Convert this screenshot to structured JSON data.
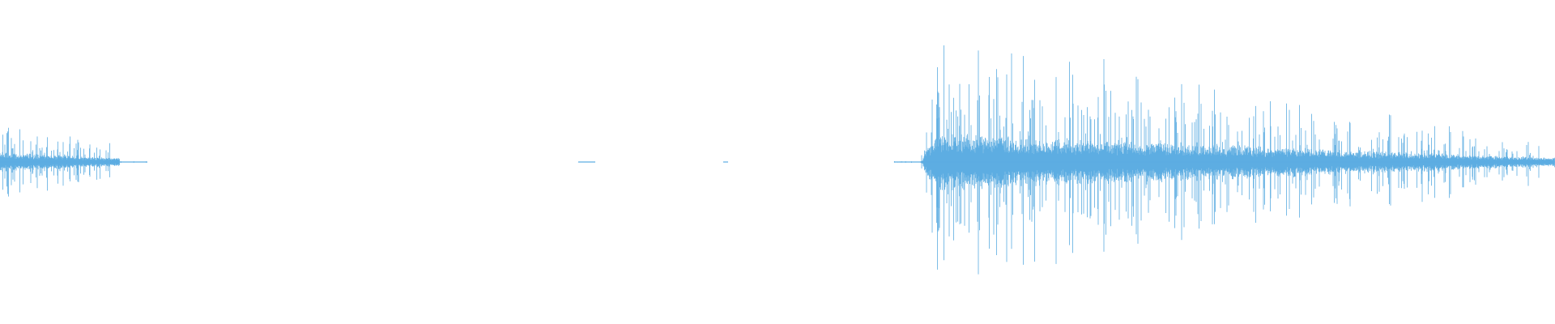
{
  "waveform": {
    "color": "#5DADE2",
    "background": "#FFFFFF",
    "segments": [
      {
        "name": "burst-1",
        "start": 0.0,
        "end": 0.077,
        "peak": 0.3,
        "body": 0.07,
        "attack": 0.0,
        "decay": 0.6
      },
      {
        "name": "tail-1",
        "start": 0.077,
        "end": 0.095,
        "peak": 0.005,
        "body": 0.003,
        "attack": 0.0,
        "decay": 0.0
      },
      {
        "name": "blip-1",
        "start": 0.372,
        "end": 0.383,
        "peak": 0.004,
        "body": 0.002,
        "attack": 0.0,
        "decay": 0.0
      },
      {
        "name": "blip-2",
        "start": 0.465,
        "end": 0.468,
        "peak": 0.004,
        "body": 0.002,
        "attack": 0.0,
        "decay": 0.0
      },
      {
        "name": "lead-in-2",
        "start": 0.575,
        "end": 0.592,
        "peak": 0.006,
        "body": 0.003,
        "attack": 0.0,
        "decay": 0.0
      },
      {
        "name": "burst-2",
        "start": 0.592,
        "end": 1.0,
        "peak": 0.92,
        "body": 0.2,
        "attack": 0.02,
        "decay": 0.85
      }
    ]
  }
}
